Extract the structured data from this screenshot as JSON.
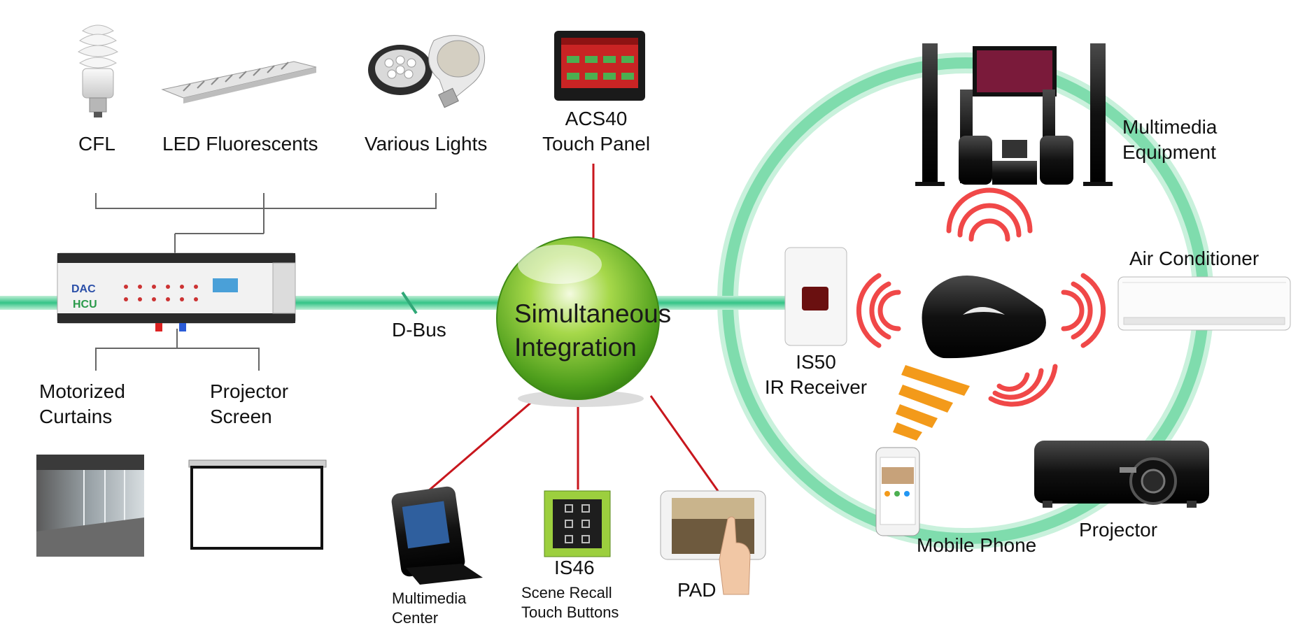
{
  "hub": {
    "line1": "Simultaneous",
    "line2": "Integration"
  },
  "bus_label": "D-Bus",
  "lights": [
    {
      "label": "CFL"
    },
    {
      "label": "LED Fluorescents"
    },
    {
      "label": "Various Lights"
    }
  ],
  "touch_panel": {
    "line1": "ACS40",
    "line2": "Touch Panel"
  },
  "curtains": {
    "line1": "Motorized",
    "line2": "Curtains"
  },
  "projector_screen": {
    "line1": "Projector",
    "line2": "Screen"
  },
  "multimedia_center": {
    "line1": "Multimedia",
    "line2": "Center"
  },
  "is46": {
    "title": "IS46",
    "line1": "Scene Recall",
    "line2": "Touch Buttons"
  },
  "pad": {
    "label": "PAD"
  },
  "ir_receiver": {
    "line1": "IS50",
    "line2": "IR Receiver"
  },
  "multimedia_equipment": {
    "line1": "Multimedia",
    "line2": "Equipment"
  },
  "air_conditioner": {
    "label": "Air Conditioner"
  },
  "mobile_phone": {
    "label": "Mobile Phone"
  },
  "projector": {
    "label": "Projector"
  },
  "controller": {
    "brand_line1": "DAC",
    "brand_line2": "HCU"
  },
  "colors": {
    "bus_green": "#3fc98d",
    "link_red": "#c8161d",
    "signal_red": "#f04848",
    "signal_orange": "#f39a1a",
    "ring_green": "#8fe0b8",
    "hub_green": "#5fb82a"
  }
}
